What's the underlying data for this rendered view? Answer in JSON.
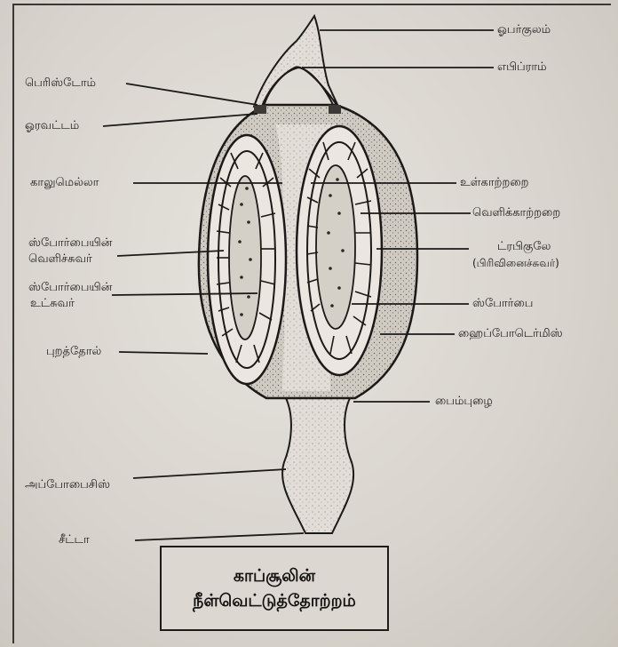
{
  "labels": {
    "operculum": "ஓபர்குலம்",
    "epiphragm": "எபிப்ராம்",
    "peristome": "பெரிஸ்டோம்",
    "annulus": "ஓரவட்டம்",
    "columella": "காலுமெல்லா",
    "inner_air_space": "உள்காற்றறை",
    "outer_air_space": "வெளிக்காற்றறை",
    "spore_sac_outer_wall_1": "ஸ்போர்பையின்",
    "spore_sac_outer_wall_2": "வெளிச்சுவர்",
    "trabeculae_1": "ட்ரபிகுலே",
    "trabeculae_2": "(பிரிவினைச்சுவர்)",
    "spore_sac_inner_wall_1": "ஸ்போர்பையின்",
    "spore_sac_inner_wall_2": "உட்சுவர்",
    "spore_sac": "ஸ்போர்பை",
    "hypodermis": "ஹைப்போடெர்மிஸ்",
    "epidermis": "புறத்தோல்",
    "green_tissue": "பைம்புழை",
    "apophysis": "அப்போபைசிஸ்",
    "seta": "சீட்டா"
  },
  "caption": {
    "line1": "காப்சூலின்",
    "line2": "நீள்வெட்டுத்தோற்றம்"
  }
}
